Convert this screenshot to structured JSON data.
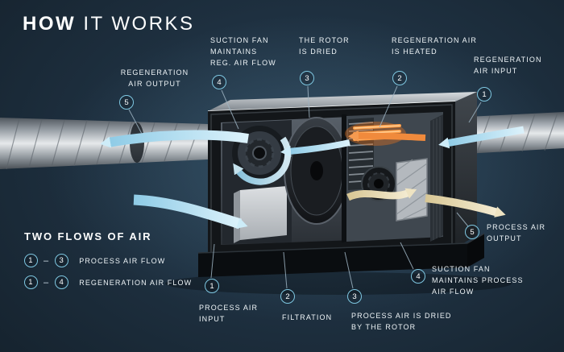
{
  "title": {
    "bold": "HOW",
    "rest": " IT WORKS"
  },
  "callouts": {
    "reg_output": {
      "num": "5",
      "label": "REGENERATION\nAIR OUTPUT"
    },
    "reg_fan": {
      "num": "4",
      "label": "SUCTION FAN\nMAINTAINS\nREG. AIR FLOW"
    },
    "rotor_dried": {
      "num": "3",
      "label": "THE ROTOR\nIS DRIED"
    },
    "reg_heated": {
      "num": "2",
      "label": "REGENERATION AIR\nIS HEATED"
    },
    "reg_input": {
      "num": "1",
      "label": "REGENERATION\nAIR INPUT"
    },
    "proc_output": {
      "num": "5",
      "label": "PROCESS AIR\nOUTPUT"
    },
    "proc_fan": {
      "num": "4",
      "label": "SUCTION FAN\nMAINTAINS PROCESS\nAIR FLOW"
    },
    "proc_dried": {
      "num": "3",
      "label": "PROCESS AIR IS DRIED\nBY THE ROTOR"
    },
    "filtration": {
      "num": "2",
      "label": "FILTRATION"
    },
    "proc_input": {
      "num": "1",
      "label": "PROCESS AIR\nINPUT"
    }
  },
  "legend": {
    "title": "TWO FLOWS OF AIR",
    "rows": [
      {
        "from": "1",
        "dash": "–",
        "to": "3",
        "label": "PROCESS AIR FLOW"
      },
      {
        "from": "1",
        "dash": "–",
        "to": "4",
        "label": "REGENERATION AIR FLOW"
      }
    ]
  },
  "colors": {
    "background": "#1e3040",
    "accent_blue": "#7fc8e2",
    "flow_blue": "#a9dcf2",
    "flow_tan": "#e9dcb4",
    "heater_orange": "#f28a3c",
    "text": "#ffffff"
  }
}
